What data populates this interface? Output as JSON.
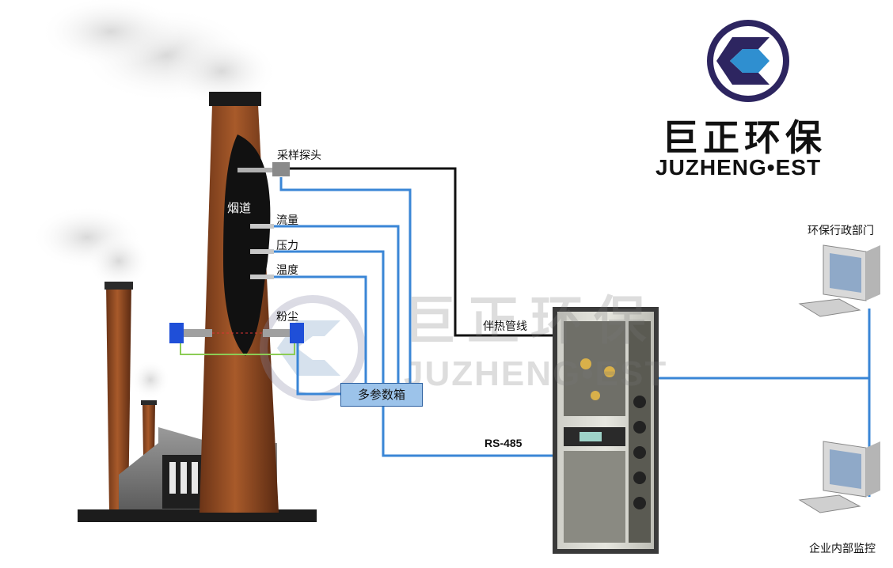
{
  "brand": {
    "name_cn": "巨正环保",
    "name_en": "JUZHENG•EST"
  },
  "stack": {
    "flue_label": "烟道",
    "sensors": {
      "sampling_probe": "采样探头",
      "flow": "流量",
      "pressure": "压力",
      "temperature": "温度",
      "dust": "粉尘"
    }
  },
  "multi_param_box": "多参数箱",
  "connections": {
    "heated_line": "伴热管线",
    "rs485": "RS-485"
  },
  "computers": {
    "environmental_agency": "环保行政部门",
    "internal_monitoring": "企业内部监控"
  },
  "colors": {
    "signal_line": "#3a86d6",
    "heated_line": "#111111",
    "chimney": "#8a4a23",
    "box_fill": "#9cc3ea"
  }
}
